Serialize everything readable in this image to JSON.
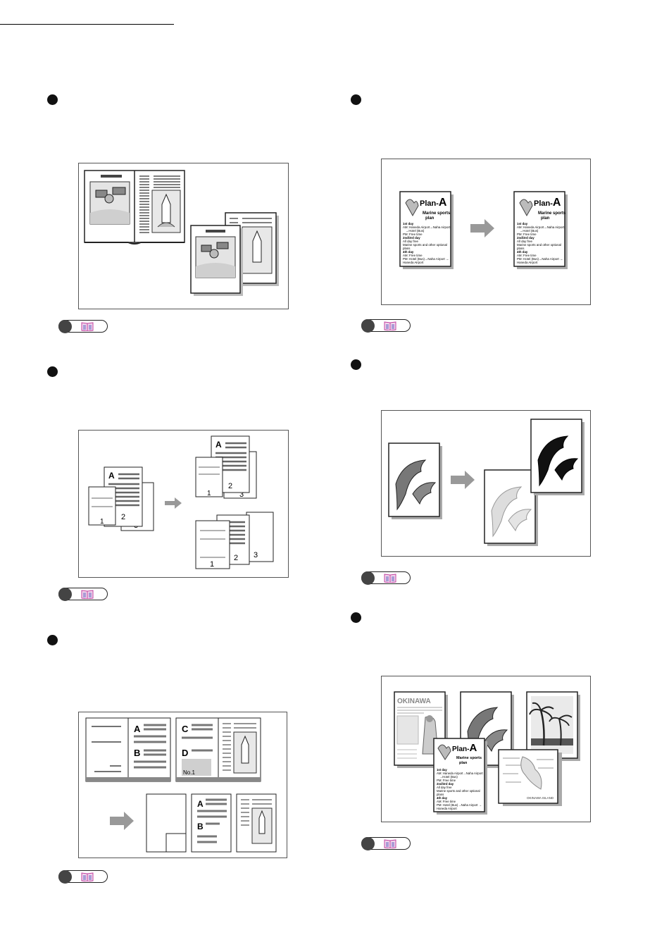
{
  "figures": {
    "plan_a": {
      "title_word": "Plan-",
      "title_letter": "A",
      "subtitle_line1": "Marine sports",
      "subtitle_line2": "plan",
      "lines": [
        "1st day",
        "AM: Haneda Airport→Naha Airport",
        "→Hotel (Bus)",
        "PM: Free time",
        "2nd/3rd day",
        "All day free",
        "Marine sports and other optional",
        "plans",
        "4th day",
        "AM: Free time",
        "PM: Hotel (Bus)→Naha Airport →",
        "Haneda Airport"
      ]
    },
    "collate": {
      "letter_a": "A",
      "page_numbers": [
        "1",
        "2",
        "3"
      ]
    },
    "binding": {
      "letters": [
        "A",
        "B",
        "C",
        "D"
      ],
      "note": "No.1"
    },
    "okinawa": {
      "heading": "OKINAWA",
      "map_caption": "OKINAWA ISLAND"
    }
  },
  "icons": {
    "bullet": "bullet-dot-icon",
    "reference": "book-reference-icon",
    "arrow": "right-arrow-icon"
  },
  "colors": {
    "arrow": "#999999",
    "book_icon": "#c040a0",
    "text": "#000000"
  }
}
